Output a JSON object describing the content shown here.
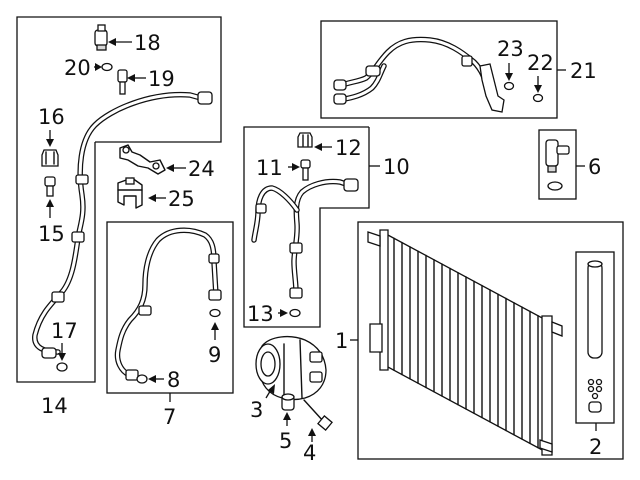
{
  "callouts": {
    "c1": "1",
    "c2": "2",
    "c3": "3",
    "c4": "4",
    "c5": "5",
    "c6": "6",
    "c7": "7",
    "c8": "8",
    "c9": "9",
    "c10": "10",
    "c11": "11",
    "c12": "12",
    "c13": "13",
    "c14": "14",
    "c15": "15",
    "c16": "16",
    "c17": "17",
    "c18": "18",
    "c19": "19",
    "c20": "20",
    "c21": "21",
    "c22": "22",
    "c23": "23",
    "c24": "24",
    "c25": "25"
  },
  "icons": [
    "condenser",
    "receiver-drier",
    "compressor",
    "pressure-switch",
    "a-c-line",
    "o-ring",
    "bolt",
    "bracket",
    "valve-core",
    "cap"
  ],
  "colors": {
    "ink": "#111111",
    "background": "#ffffff"
  }
}
